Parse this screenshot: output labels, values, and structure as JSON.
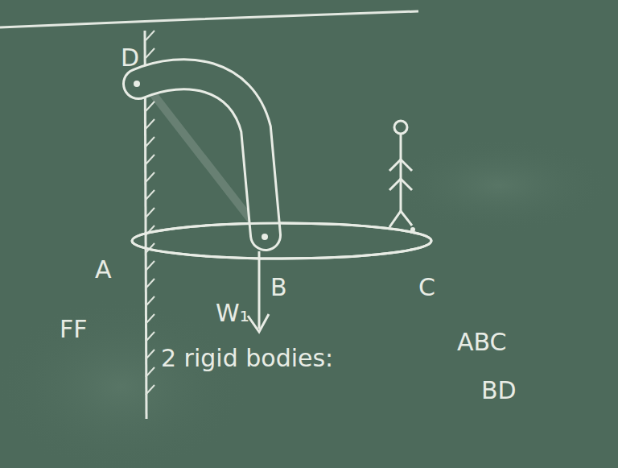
{
  "diagram": {
    "labels": [
      "D",
      "A",
      "B",
      "C",
      "W₁",
      "FF",
      "2 rigid bodies:",
      "ABC",
      "BD"
    ]
  }
}
